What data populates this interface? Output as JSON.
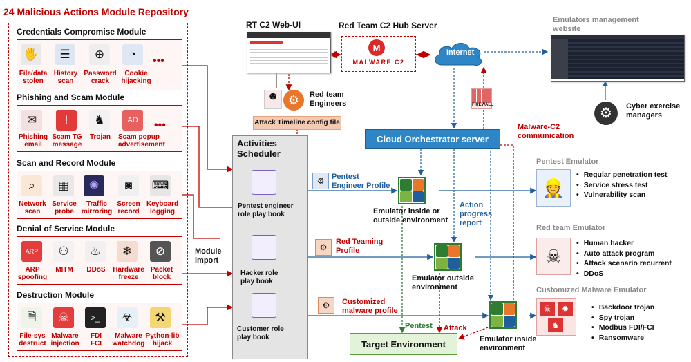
{
  "repo": {
    "title": "24 Malicious Actions Module Repository",
    "modules": [
      {
        "title": "Credentials Compromise Module",
        "items": [
          "File/data\nstolen",
          "History\nscan",
          "Password\ncrack",
          "Cookie\nhijacking"
        ]
      },
      {
        "title": "Phishing and Scam Module",
        "items": [
          "Phishing\nemail",
          "Scam TG\nmessage",
          "Trojan",
          "Scam popup\nadvertisement"
        ]
      },
      {
        "title": "Scan and Record Module",
        "items": [
          "Network\nscan",
          "Service\nprobe",
          "Traffic\nmirroring",
          "Screen\nrecord",
          "Keyboard\nlogging"
        ]
      },
      {
        "title": "Denial of Service Module",
        "items": [
          "ARP\nspoofing",
          "MITM",
          "DDoS",
          "Hardware\nfreeze",
          "Packet\nblock"
        ]
      },
      {
        "title": "Destruction Module",
        "items": [
          "File-sys\ndestruct",
          "Malware\ninjection",
          "FDI\nFCI",
          "Malware\nwatchdog",
          "Python-lib\nhijack"
        ]
      }
    ],
    "more": "•••",
    "arp_badge": "ARP"
  },
  "module_import": "Module\nimport",
  "webui": {
    "title": "RT C2 Web-UI"
  },
  "hub": {
    "title": "Red Team C2 Hub Server",
    "logo_text": "MALWARE C2"
  },
  "internet": "Internet",
  "mgmt": {
    "title": "Emulators management\nwebsite"
  },
  "engineers": "Red team\nEngineers",
  "timeline": "Attack Timeline config file",
  "firewall": "FIREWALL",
  "scheduler": {
    "title": "Activities\nScheduler",
    "books": [
      "Pentest engineer\nrole play book",
      "Hacker role\nplay book",
      "Customer role\nplay book"
    ]
  },
  "cloud": "Cloud Orchestrator server",
  "malware_comm": "Malware-C2\ncommunication",
  "cyber": "Cyber exercise\nmanagers",
  "profiles": {
    "pentest": "Pentest\nEngineer Profile",
    "redteam": "Red Teaming\nProfile",
    "malware": "Customized\nmalware profile"
  },
  "emulators": {
    "e1": "Emulator inside or\noutside environment",
    "e2": "Emulator outside\nenvironment",
    "e3": "Emulator inside\nenvironment"
  },
  "action_progress": "Action\nprogress\nreport",
  "target": "Target Environment",
  "edge_labels": {
    "pentest": "Pentest",
    "attack": "Attack"
  },
  "right": {
    "pentest": {
      "title": "Pentest Emulator",
      "items": [
        "Regular penetration test",
        "Service stress test",
        "Vulnerability scan"
      ]
    },
    "redteam": {
      "title": "Red team Emulator",
      "items": [
        "Human hacker",
        "Auto attack program",
        "Attack scenario recurrent",
        "DDoS"
      ]
    },
    "malware": {
      "title": "Customized Malware Emulator",
      "items": [
        "Backdoor trojan",
        "Spy trojan",
        "Modbus FDI/FCI",
        "Ransomware"
      ]
    }
  },
  "colors": {
    "red": "#c00000",
    "blue": "#1f5f9e",
    "green": "#2e7d32",
    "cloud": "#2e86c7"
  }
}
